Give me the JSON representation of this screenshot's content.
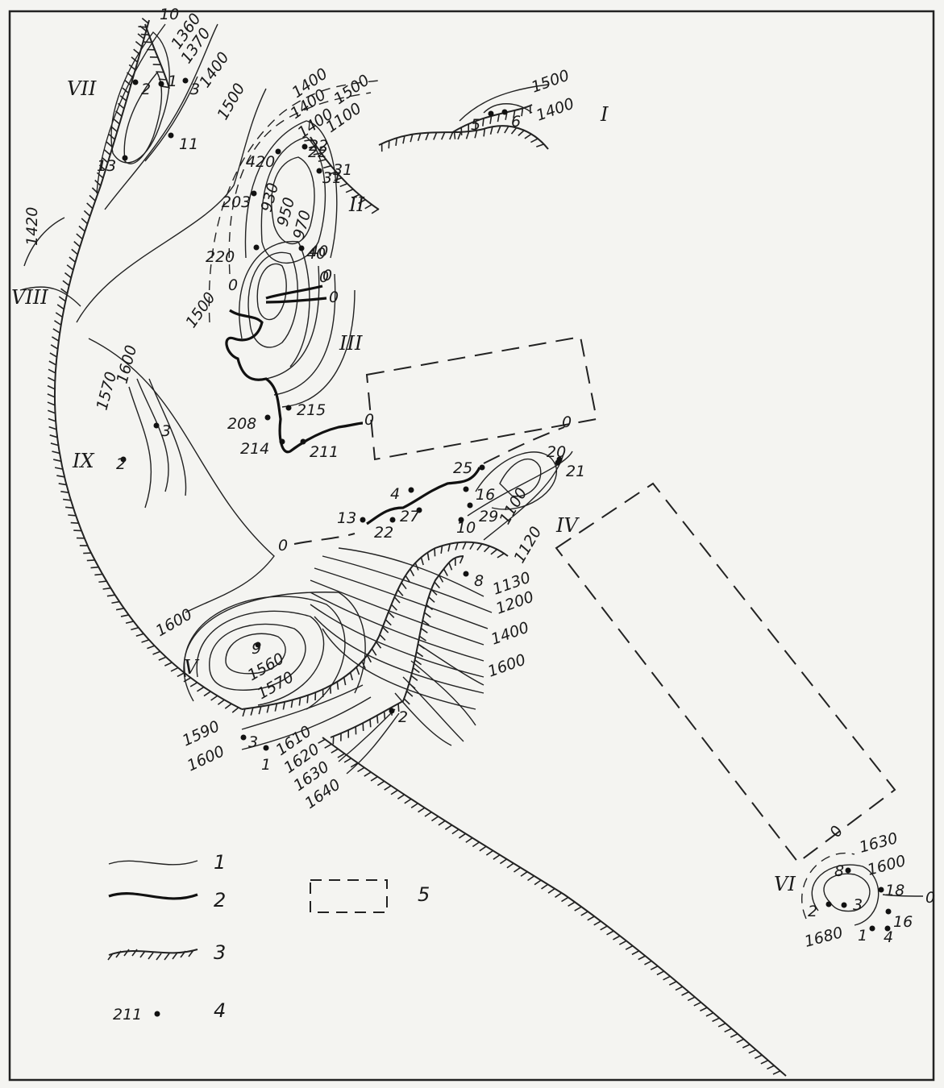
{
  "contour_labels": [
    "10",
    "1360",
    "1370",
    "1400",
    "1400",
    "1500",
    "1400",
    "1400",
    "1100",
    "1500",
    "1500",
    "1400",
    "930",
    "950",
    "970",
    "1500",
    "0",
    "0",
    "0",
    "1600",
    "1570",
    "0",
    "0",
    "1100",
    "1120",
    "1130",
    "1200",
    "1400",
    "1600",
    "1600",
    "1560",
    "1570",
    "1590",
    "1600",
    "1610",
    "1620",
    "1630",
    "1640",
    "0",
    "1630",
    "1600",
    "1680",
    "0",
    "1420",
    "0",
    "22",
    "31",
    "40",
    "0"
  ],
  "well_labels": [
    "2",
    "1",
    "3",
    "11",
    "13",
    "5",
    "6",
    "420",
    "22",
    "203",
    "220",
    "31",
    "40",
    "208",
    "215",
    "214",
    "211",
    "3",
    "2",
    "25",
    "20",
    "21",
    "4",
    "16",
    "29",
    "13",
    "27",
    "22",
    "10",
    "8",
    "9",
    "2",
    "3",
    "1",
    "8",
    "18",
    "2",
    "3",
    "16",
    "1",
    "4"
  ],
  "zone_labels": [
    "I",
    "II",
    "III",
    "IV",
    "V",
    "VI",
    "VII",
    "VIII",
    "IX"
  ],
  "legend": [
    {
      "num": "1",
      "meaning": "thin-line"
    },
    {
      "num": "2",
      "meaning": "thick-line"
    },
    {
      "num": "3",
      "meaning": "hatched-line"
    },
    {
      "num": "4",
      "meaning": "well-point",
      "sample": "211"
    },
    {
      "num": "5",
      "meaning": "dashed-rectangle"
    }
  ]
}
